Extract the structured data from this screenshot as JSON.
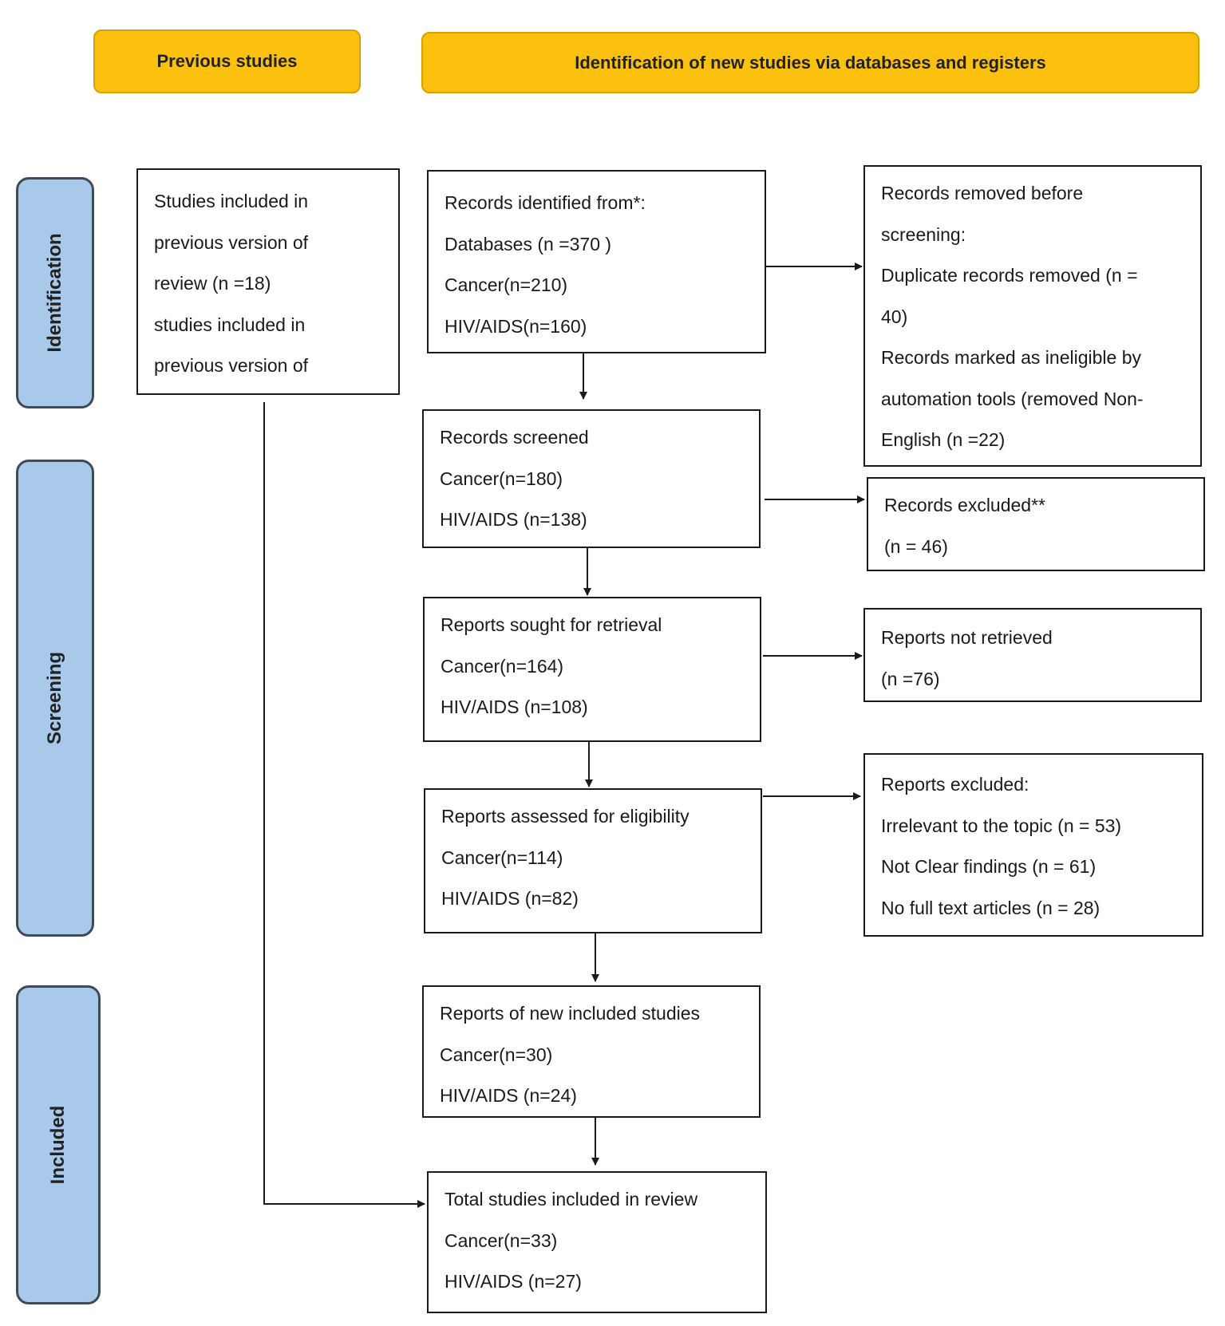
{
  "headers": {
    "previous": "Previous studies",
    "identification": "Identification of new studies via databases and registers"
  },
  "phases": {
    "identification": "Identification",
    "screening": "Screening",
    "included": "Included"
  },
  "previous_studies": [
    "Studies included in",
    "previous version of",
    "review (n =18)",
    "studies included in",
    "previous version of"
  ],
  "records_identified": [
    "Records identified from*:",
    "Databases (n =370 )",
    "Cancer(n=210)",
    "HIV/AIDS(n=160)"
  ],
  "records_removed": [
    "Records removed before",
    "screening:",
    "Duplicate records removed    (n =",
    "40)",
    "Records marked as ineligible by",
    "automation tools (removed Non-",
    "English (n =22)"
  ],
  "records_screened": [
    "Records screened",
    "Cancer(n=180)",
    "HIV/AIDS (n=138)"
  ],
  "records_excluded": [
    "Records excluded**",
    "(n = 46)"
  ],
  "reports_sought": [
    "Reports sought for retrieval",
    "Cancer(n=164)",
    "HIV/AIDS (n=108)"
  ],
  "reports_not_retrieved": [
    "Reports not retrieved",
    "(n =76)"
  ],
  "reports_assessed": [
    "Reports assessed for eligibility",
    "Cancer(n=114)",
    "HIV/AIDS (n=82)"
  ],
  "reports_excluded": [
    "Reports excluded:",
    "Irrelevant to the topic (n = 53)",
    "Not Clear findings (n = 61)",
    "No full text articles (n = 28)"
  ],
  "new_included": [
    "Reports of new included studies",
    "Cancer(n=30)",
    "HIV/AIDS (n=24)"
  ],
  "total_included": [
    "Total studies included in review",
    "Cancer(n=33)",
    "HIV/AIDS (n=27)"
  ]
}
